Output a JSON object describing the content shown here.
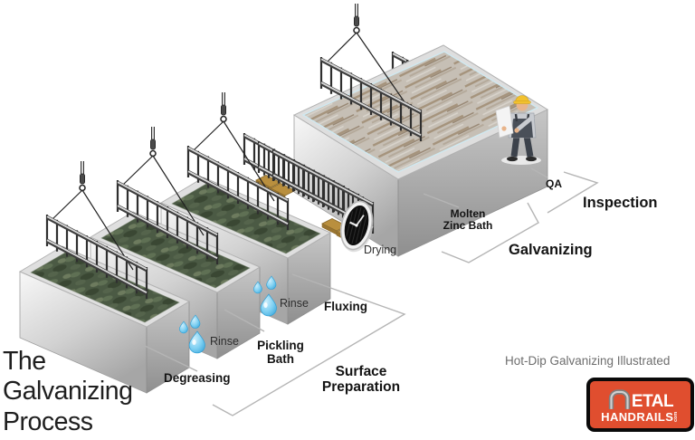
{
  "title": "The Galvanizing Process",
  "caption": "Hot-Dip Galvanizing Illustrated",
  "stations": [
    {
      "label": "Degreasing"
    },
    {
      "label": "Rinse"
    },
    {
      "label": "Pickling Bath"
    },
    {
      "label": "Rinse"
    },
    {
      "label": "Fluxing"
    },
    {
      "label": "Drying"
    },
    {
      "label": "Molten Zinc Bath"
    },
    {
      "label": "QA"
    }
  ],
  "groups": [
    {
      "label": "Surface Preparation",
      "members": [
        "Degreasing",
        "Rinse",
        "Pickling Bath",
        "Rinse",
        "Fluxing"
      ]
    },
    {
      "label": "Galvanizing",
      "members": [
        "Molten Zinc Bath"
      ]
    },
    {
      "label": "Inspection",
      "members": [
        "QA"
      ]
    }
  ],
  "logo": {
    "brand_top": "ETAL",
    "brand_bottom": "HANDRAILS",
    "brand_tld": "com"
  },
  "icons": {
    "rinse": "water-drop-icon",
    "drying": "clock-icon",
    "inspection": "inspector-worker-figure",
    "logo": "handrail-m-icon"
  },
  "colors": {
    "liquid_green": "#4b5a44",
    "molten_zinc": "#c6bfb5",
    "drop_blue": "#55b9e9",
    "wood": "#b98f3e",
    "logo_orange": "#e04e2f",
    "helmet_yellow": "#f2c12e",
    "leader_line": "#b5b5b5",
    "label_text": "#141414"
  }
}
